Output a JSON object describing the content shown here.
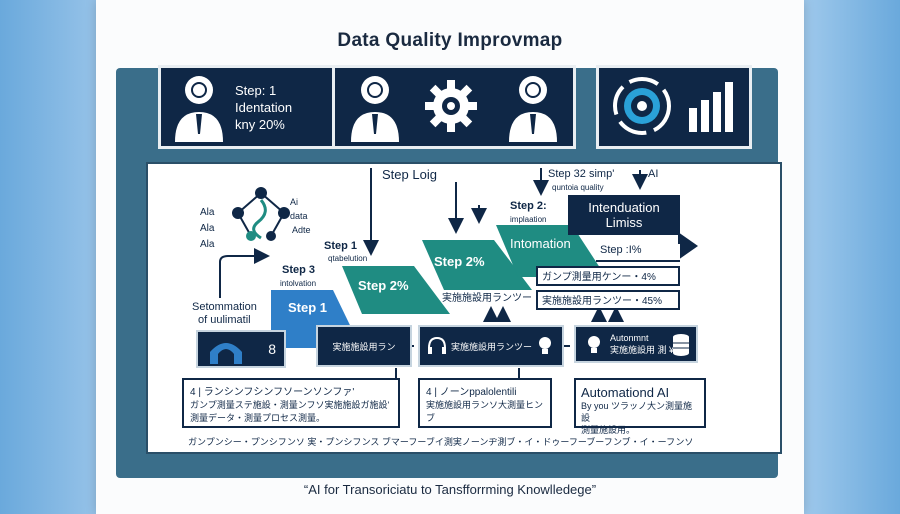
{
  "title": "Data Quality Improvmap",
  "top_step": {
    "line1": "Step: 1",
    "line2": "Identation",
    "line3": "kny 20%"
  },
  "network_labels": {
    "ala1": "Ala",
    "ala2": "Ala",
    "ala3": "Ala",
    "ai": "Ai",
    "data": "data",
    "adte": "Adte"
  },
  "labels": {
    "step_loig": "Step Loig",
    "step32": "Step 32 simp'",
    "step32_sub": "quntoia quality",
    "ai_right": "AI",
    "step2": "Step 2:",
    "step2_sub": "implaation",
    "step1_a": "Step 1",
    "step1_a_sub": "qtabelution",
    "step3": "Step 3",
    "step3_sub": "intolvation",
    "setomm_line1": "Setommation",
    "setomm_line2": "of uulimatil",
    "small_8": "8"
  },
  "ramps": {
    "step1": "Step 1",
    "step2pct_a": "Step 2%",
    "step2pct_b": "Step 2%",
    "intomation": "Intomation"
  },
  "intend": {
    "line1": "Intenduation",
    "line2": "Limiss"
  },
  "right_labels": {
    "step_pct": "Step :I%",
    "jp_4": "ガンプ測量用ケンー・4%",
    "jp_45": "実施施設用ランツー・45%"
  },
  "mid_label": "実施施設用ランツー",
  "nodes": {
    "n1": "実施施設用ラン",
    "n2": "実施施設用ランツー",
    "n3_line1": "Autonmnt",
    "n3_line2": "実施施設用 測 ¥"
  },
  "boxes": {
    "b1_line1": "4 | ランシンフシンフソーンソンファ'",
    "b1_line2": "ガンプ測量ステ施設・測量ンフソ実施施設ガ施設'",
    "b1_line3": "測量データ・測量プロセス測量。",
    "b2_line1": "4 | ノーンppalolentili",
    "b2_line2": "実施施設用ランソ大測量ヒン",
    "b2_line3": "ブ",
    "b3_line1": "Automationd AI",
    "b3_line2": "By you ツラッノ大ン測量施設",
    "b3_line3": "測量施設用。"
  },
  "bottom_line": "ガンプンシー・プンシフンソ 実・プンシフンス ブマーフーブイ測実ノーンヂ測ブ・イ・ドゥーフーブーフンブ・イ・ーフンソ",
  "quote": "“AI for Transoriciatu to Tansfforrming Knowlledege”",
  "colors": {
    "navy": "#0f2746",
    "teal": "#1f8c82",
    "blue": "#2f7fc8",
    "frame": "#3a6e8a"
  }
}
